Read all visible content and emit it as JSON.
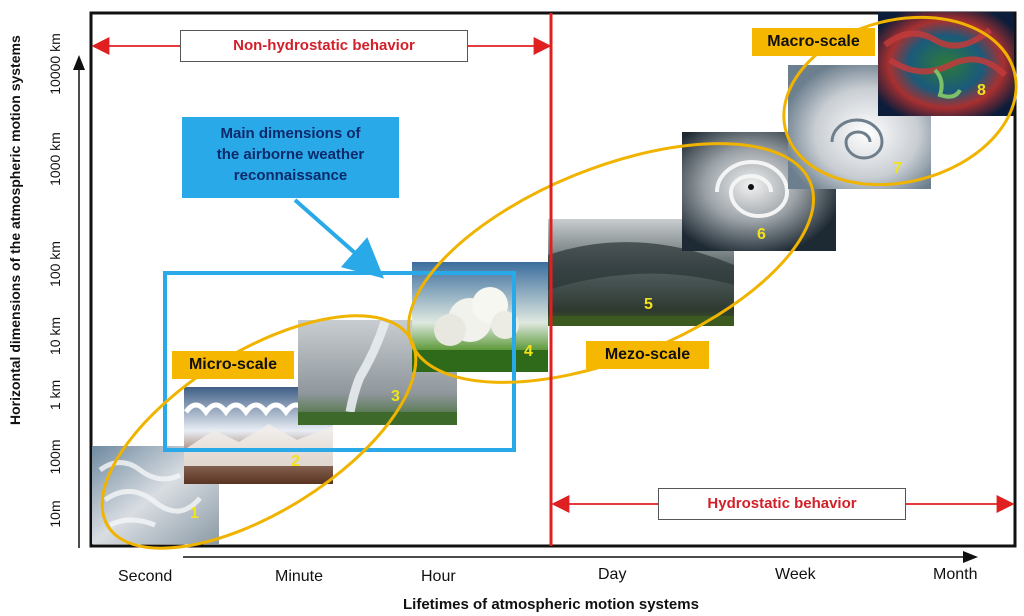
{
  "axes": {
    "y_title": "Horizontal dimensions of the atmospheric motion systems",
    "x_title": "Lifetimes of atmospheric motion systems",
    "y_ticks": [
      "10m",
      "100m",
      "1 km",
      "10 km",
      "100 km",
      "1000 km",
      "10000 km"
    ],
    "x_ticks": [
      "Second",
      "Minute",
      "Hour",
      "Day",
      "Week",
      "Month"
    ]
  },
  "regions": {
    "non_hydrostatic": "Non-hydrostatic behavior",
    "hydrostatic": "Hydrostatic behavior"
  },
  "scales": {
    "micro": "Micro-scale",
    "mezo": "Mezo-scale",
    "macro": "Macro-scale"
  },
  "callout": {
    "line1": "Main dimensions of",
    "line2": "the airborne weather",
    "line3": "reconnaissance"
  },
  "photos": [
    {
      "label": "1",
      "icon": "satellite-cloud-photo"
    },
    {
      "label": "2",
      "icon": "mountain-wave-cloud-photo"
    },
    {
      "label": "3",
      "icon": "tornado-photo"
    },
    {
      "label": "4",
      "icon": "cumulus-cloud-photo"
    },
    {
      "label": "5",
      "icon": "shelf-cloud-photo"
    },
    {
      "label": "6",
      "icon": "hurricane-photo"
    },
    {
      "label": "7",
      "icon": "cyclone-satellite-photo"
    },
    {
      "label": "8",
      "icon": "planetary-wave-map-photo"
    }
  ],
  "colors": {
    "ellipse": "#f0b400",
    "callout": "#2aa9e8",
    "divider": "#e02020",
    "region_text": "#d2202a"
  }
}
